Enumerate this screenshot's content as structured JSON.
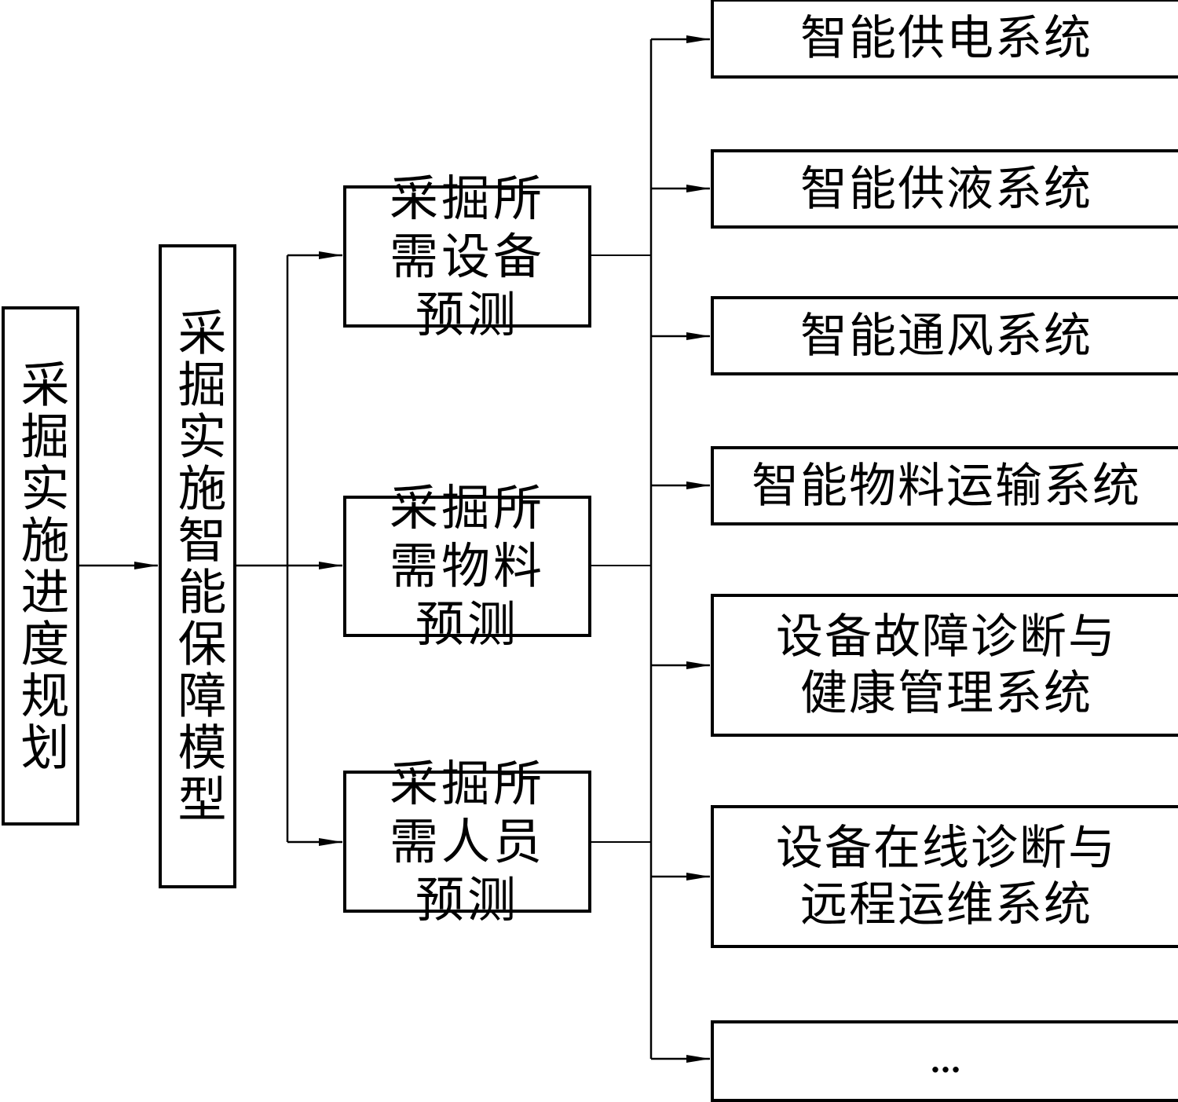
{
  "title": "采掘实施智能保障体系结构",
  "nodes": {
    "planning": {
      "label": "采掘实施进度规划"
    },
    "model": {
      "label": "采掘实施智能保障模型"
    },
    "predictions": [
      {
        "id": "equipment",
        "label": "采掘所需设备预测"
      },
      {
        "id": "materials",
        "label": "采掘所需物料预测"
      },
      {
        "id": "personnel",
        "label": "采掘所需人员预测"
      }
    ],
    "systems": [
      {
        "id": "power",
        "label": "智能供电系统"
      },
      {
        "id": "fluid",
        "label": "智能供液系统"
      },
      {
        "id": "ventilation",
        "label": "智能通风系统"
      },
      {
        "id": "transport",
        "label": "智能物料运输系统"
      },
      {
        "id": "fault",
        "label": "设备故障诊断与健康管理系统"
      },
      {
        "id": "online",
        "label": "设备在线诊断与远程运维系统"
      },
      {
        "id": "more",
        "label": "…"
      }
    ]
  },
  "edges": [
    {
      "from": "planning",
      "to": "model"
    },
    {
      "from": "model",
      "to": "equipment"
    },
    {
      "from": "model",
      "to": "materials"
    },
    {
      "from": "model",
      "to": "personnel"
    },
    {
      "from": "predictions",
      "to": "power"
    },
    {
      "from": "predictions",
      "to": "fluid"
    },
    {
      "from": "predictions",
      "to": "ventilation"
    },
    {
      "from": "predictions",
      "to": "transport"
    },
    {
      "from": "predictions",
      "to": "fault"
    },
    {
      "from": "predictions",
      "to": "online"
    },
    {
      "from": "predictions",
      "to": "more"
    }
  ],
  "colors": {
    "stroke": "#000000",
    "background": "#ffffff"
  }
}
